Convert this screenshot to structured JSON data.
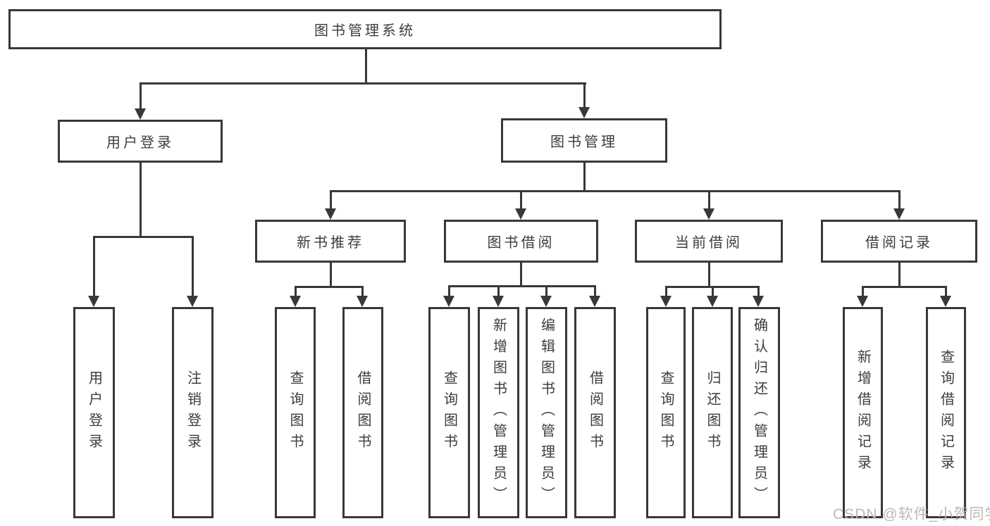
{
  "colors": {
    "line": "#383838",
    "text": "#3d3d3d",
    "background": "#ffffff",
    "watermark": "#b9b9b9"
  },
  "nodes": {
    "root": "图书管理系统",
    "user_login": "用户登录",
    "book_mgmt": "图书管理",
    "new_rec": "新书推荐",
    "book_borrow": "图书借阅",
    "current_borrow": "当前借阅",
    "borrow_record": "借阅记录",
    "leaf_user_login": "用户登录",
    "leaf_logout": "注销登录",
    "rec_query": "查询图书",
    "rec_borrow": "借阅图书",
    "bb_query": "查询图书",
    "bb_add": "新增图书（管理员）",
    "bb_edit": "编辑图书（管理员）",
    "bb_borrow": "借阅图书",
    "cb_query": "查询图书",
    "cb_return": "归还图书",
    "cb_confirm": "确认归还（管理员）",
    "br_add": "新增借阅记录",
    "br_query": "查询借阅记录"
  },
  "watermark": "CSDN @软件_小贺同学"
}
